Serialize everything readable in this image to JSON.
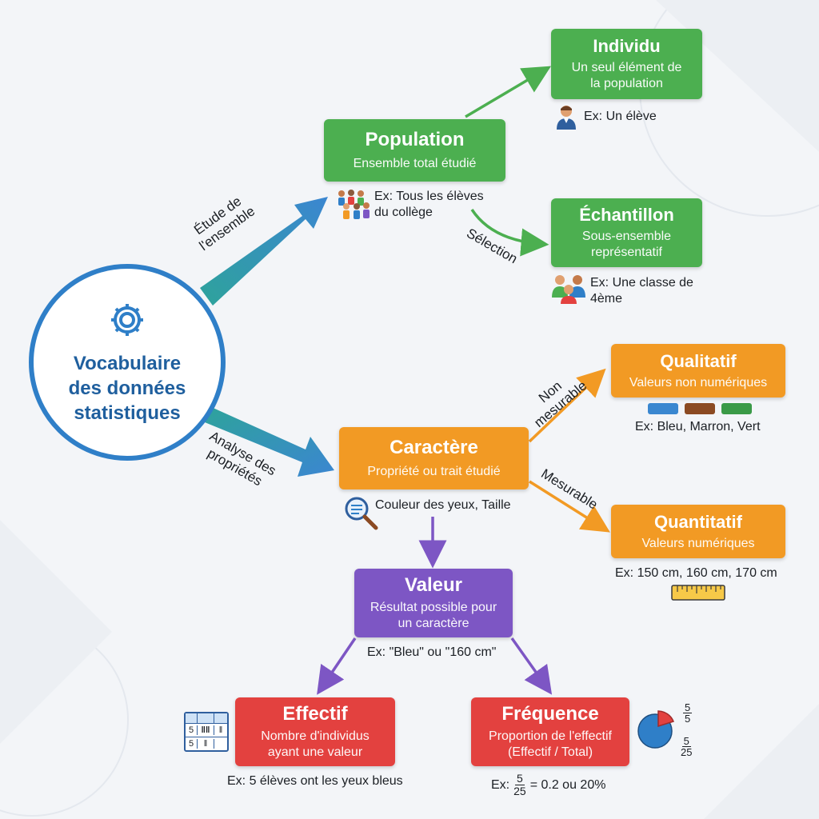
{
  "center": {
    "line1": "Vocabulaire",
    "line2": "des données",
    "line3": "statistiques",
    "icon": "gear-icon"
  },
  "branches": {
    "top": {
      "line1": "Étude de",
      "line2": "l'ensemble"
    },
    "bottom": {
      "line1": "Analyse des",
      "line2": "propriétés"
    }
  },
  "population": {
    "title": "Population",
    "desc": "Ensemble total étudié",
    "example_line1": "Ex: Tous les élèves",
    "example_line2": "du collège",
    "icon": "crowd-icon"
  },
  "individu": {
    "title": "Individu",
    "desc_line1": "Un seul élément de",
    "desc_line2": "la population",
    "example": "Ex: Un élève",
    "icon": "student-icon"
  },
  "echantillon": {
    "title": "Échantillon",
    "desc_line1": "Sous-ensemble",
    "desc_line2": "représentatif",
    "example_line1": "Ex: Une classe de",
    "example_line2": "4ème",
    "arrow_label": "Sélection",
    "icon": "group-icon"
  },
  "caractere": {
    "title": "Caractère",
    "desc": "Propriété ou trait étudié",
    "example": "Couleur des yeux, Taille",
    "icon": "magnifier-icon"
  },
  "qualitatif": {
    "title": "Qualitatif",
    "desc": "Valeurs non numériques",
    "example": "Ex: Bleu, Marron, Vert",
    "arrow_label_line1": "Non",
    "arrow_label_line2": "mesurable",
    "swatches": [
      "#3a87d0",
      "#8b4a22",
      "#3a9a47"
    ]
  },
  "quantitatif": {
    "title": "Quantitatif",
    "desc": "Valeurs numériques",
    "example": "Ex: 150 cm, 160 cm, 170 cm",
    "arrow_label": "Mesurable",
    "icon": "ruler-icon"
  },
  "valeur": {
    "title": "Valeur",
    "desc_line1": "Résultat possible pour",
    "desc_line2": "un caractère",
    "example": "Ex: \"Bleu\" ou \"160 cm\""
  },
  "effectif": {
    "title": "Effectif",
    "desc_line1": "Nombre d'individus",
    "desc_line2": "ayant une valeur",
    "example": "Ex: 5 élèves ont les yeux bleus",
    "icon": "tally-table-icon",
    "table_cells": [
      "5",
      "5"
    ]
  },
  "frequence": {
    "title": "Fréquence",
    "desc_line1": "Proportion de l'effectif",
    "desc_line2": "(Effectif / Total)",
    "example_prefix": "Ex:",
    "example_num": "5",
    "example_den": "25",
    "example_suffix": "= 0.2 ou 20%",
    "icon": "pie-chart-icon",
    "pie_frac1_num": "5",
    "pie_frac1_den": "5",
    "pie_frac2_num": "5",
    "pie_frac2_den": "25"
  },
  "colors": {
    "green": "#4caf50",
    "orange": "#f29a24",
    "purple": "#7d56c4",
    "red": "#e3413f",
    "blue": "#2f7fc8"
  }
}
